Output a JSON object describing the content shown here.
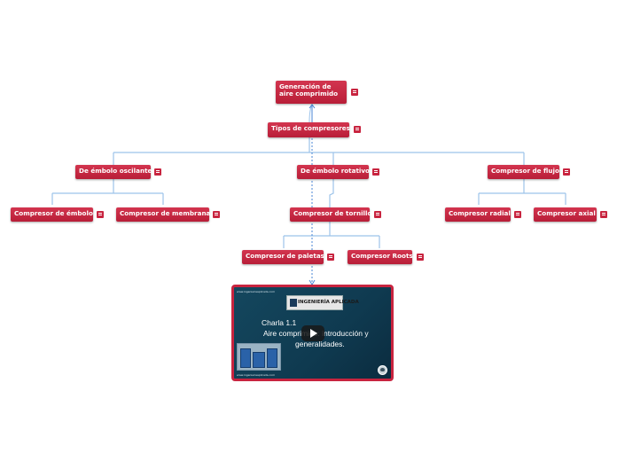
{
  "nodes": {
    "root": "Generación de aire comprimido",
    "tipos": "Tipos de compresores",
    "embolo_oscilante": "De émbolo oscilante",
    "embolo_rotativo": "De émbolo rotativo",
    "flujo": "Compresor de flujo",
    "compresor_embolo": "Compresor de émbolo",
    "compresor_membrana": "Compresor de membrana",
    "compresor_tornillo": "Compresor de tornillo",
    "compresor_radial": "Compresor radial",
    "compresor_axial": "Compresor axial",
    "compresor_paletas": "Compresor de paletas",
    "compresor_roots": "Compresor Roots"
  },
  "video": {
    "logo_text": "INGENIERÍA APLICADA",
    "title": "Charla 1.1",
    "subtitle_line1": "Aire comprimido: introducción y",
    "subtitle_line2": "generalidades.",
    "top_url": "www.ingenieriaaplicada.com",
    "bottom_url": "www.ingenieriaaplicada.com"
  },
  "colors": {
    "node": "#c8243f",
    "link": "#9cc3ea",
    "link_dashed": "#4a86d4"
  }
}
